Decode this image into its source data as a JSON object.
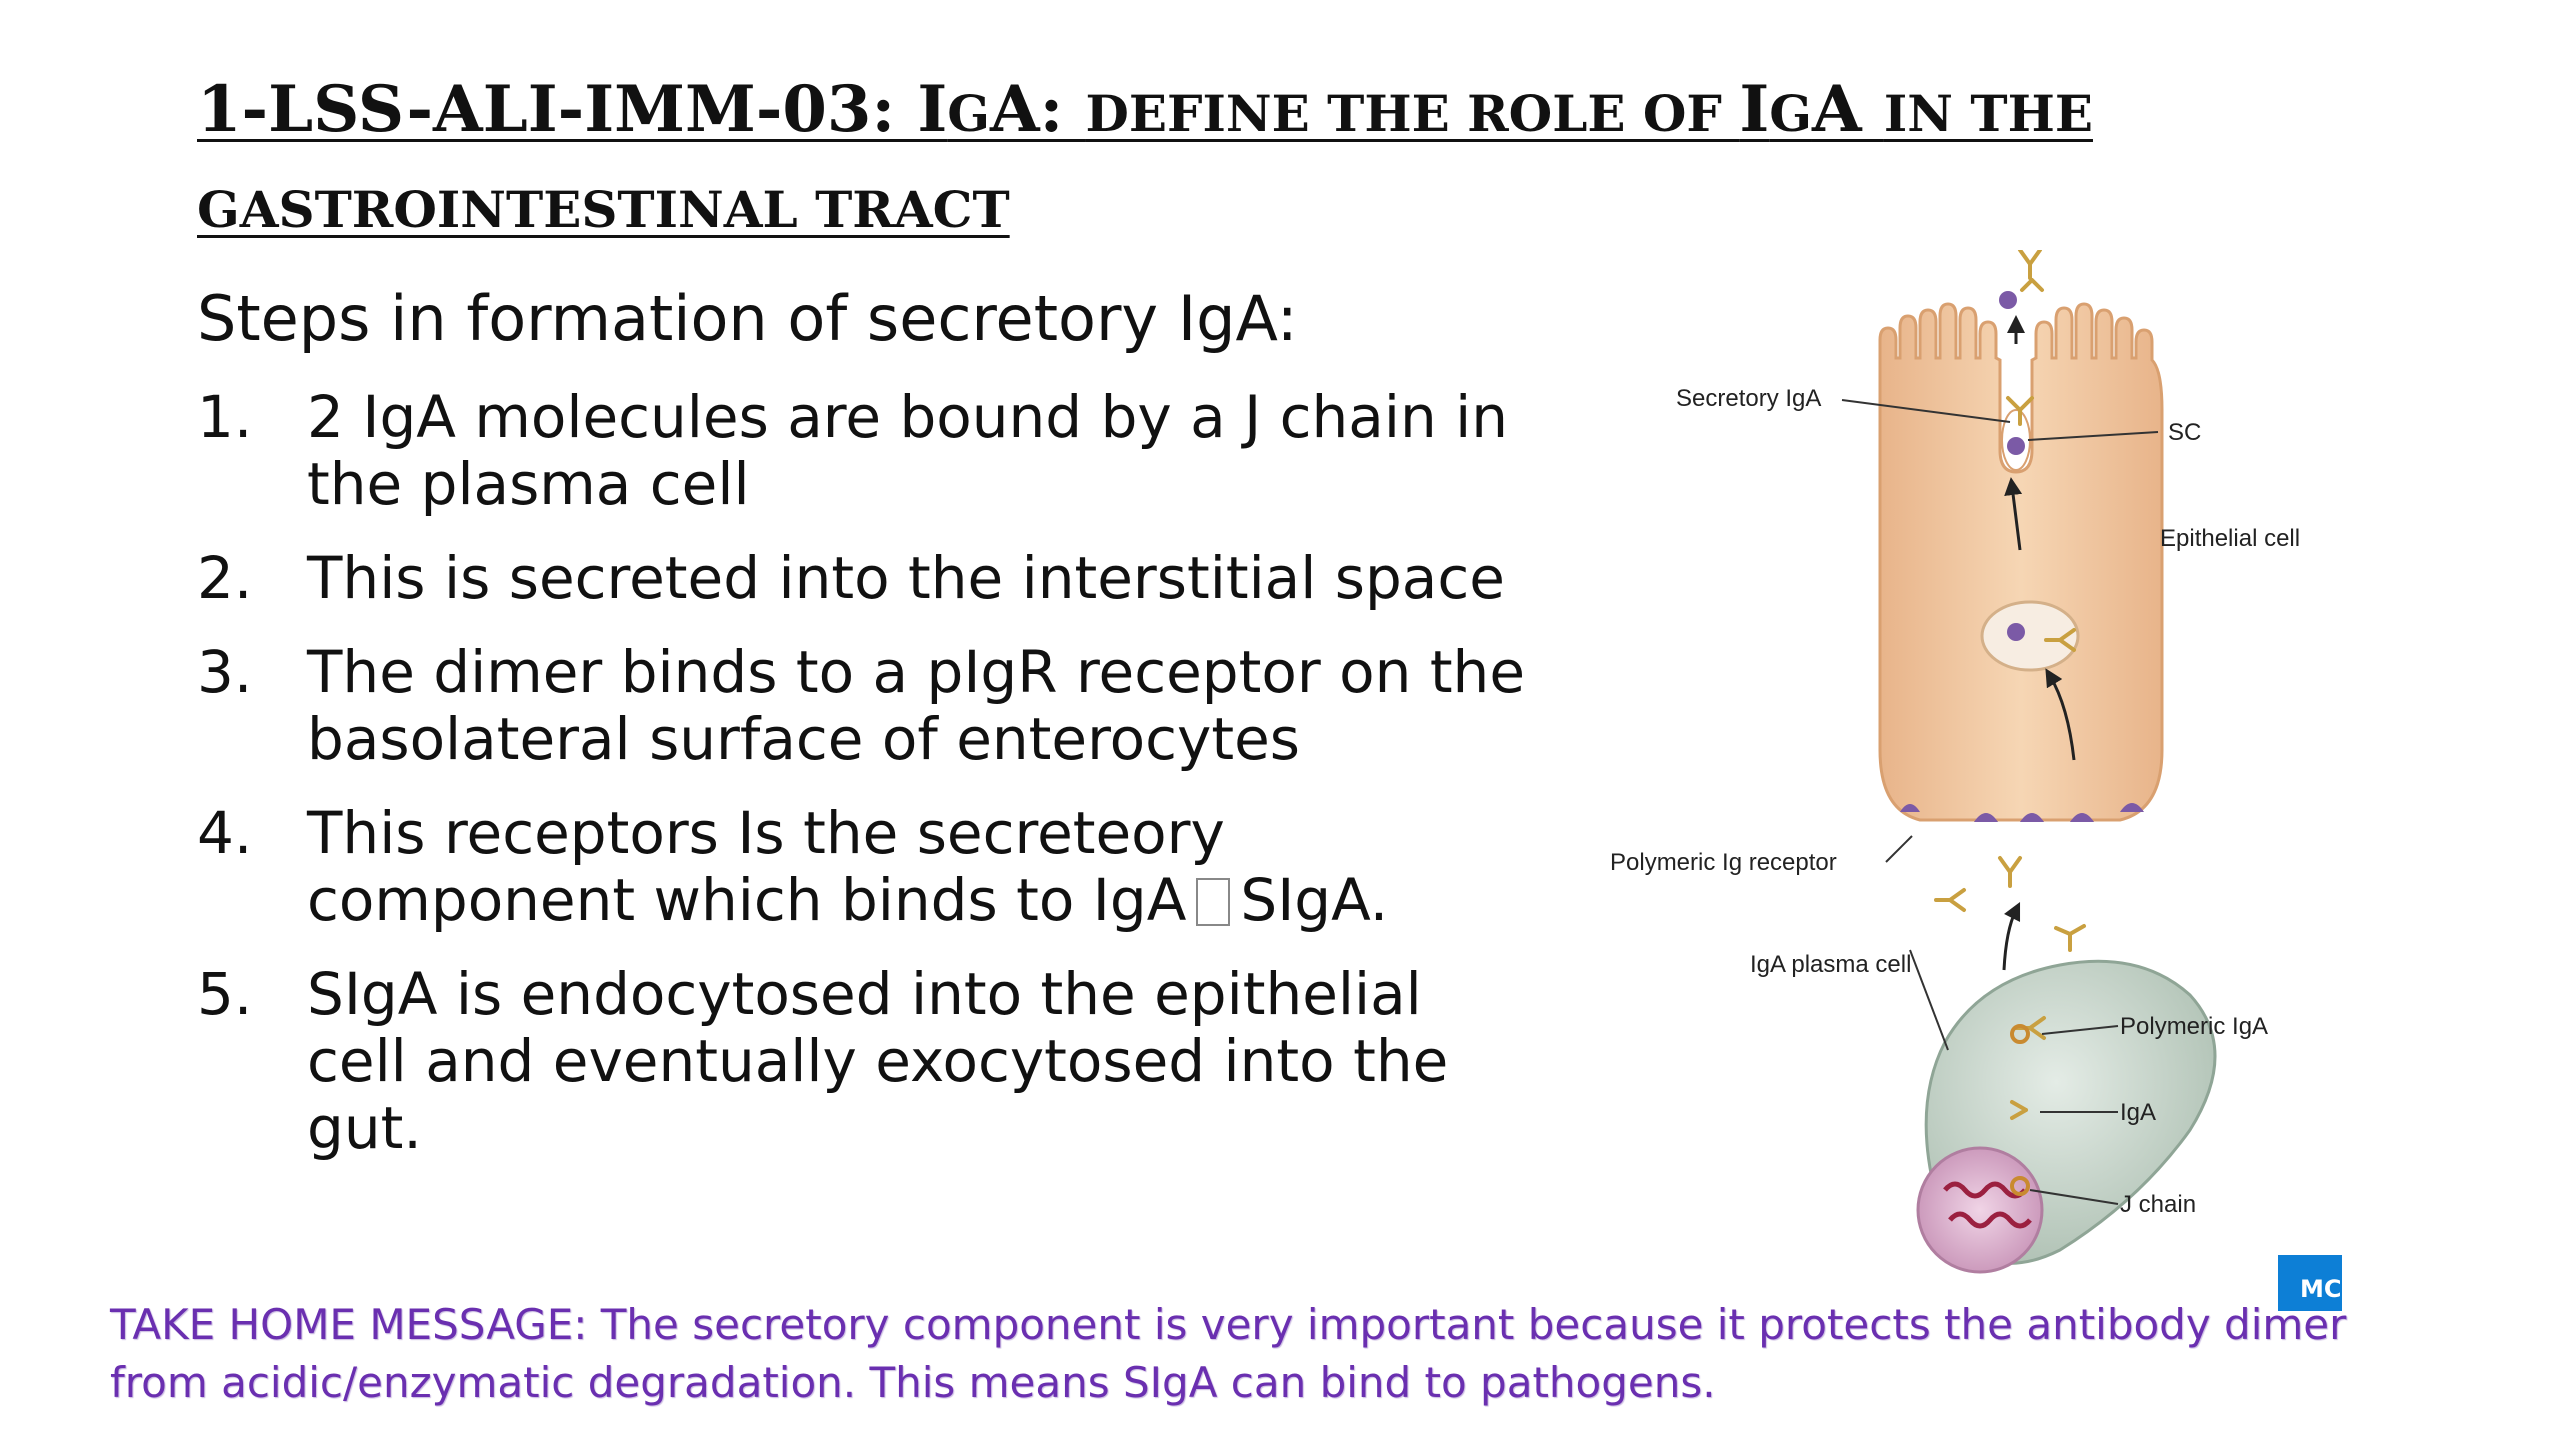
{
  "slide": {
    "title_part1_big": "1-LSS-ALI-IMM-03: I",
    "title_part1_small": "G",
    "title_part2_big": "A: ",
    "title_part2_small": "DEFINE THE ROLE OF ",
    "title_part3_big": "I",
    "title_part3_small": "G",
    "title_part4_big": "A ",
    "title_part4_small": "IN THE GASTROINTESTINAL TRACT",
    "subtitle": "Steps in formation of secretory IgA:",
    "steps": [
      {
        "num": "1.",
        "text": "2 IgA molecules are bound by a J chain in the plasma cell"
      },
      {
        "num": "2.",
        "text": "This is secreted into the interstitial space"
      },
      {
        "num": "3.",
        "text": "The dimer binds to a pIgR receptor on the basolateral surface of enterocytes"
      },
      {
        "num": "4.",
        "text_before": "This receptors Is the secreteory component which binds to IgA",
        "text_after": "SIgA."
      },
      {
        "num": "5.",
        "text": "SIgA is endocytosed into the epithelial cell and eventually exocytosed into the gut."
      }
    ],
    "take_home": "TAKE HOME MESSAGE: The secretory component is very important because it protects the antibody dimer from acidic/enzymatic degradation. This means SIgA can bind to pathogens.",
    "badge": "MC"
  },
  "diagram": {
    "labels": {
      "secretory_iga": "Secretory IgA",
      "sc": "SC",
      "epithelial_cell": "Epithelial cell",
      "polymeric_ig_receptor": "Polymeric Ig receptor",
      "iga_plasma_cell": "IgA plasma cell",
      "polymeric_iga": "Polymeric IgA",
      "iga": "IgA",
      "j_chain": "J chain"
    },
    "colors": {
      "epithelial_fill": "#f2c9a0",
      "epithelial_edge": "#d9a070",
      "plasma_fill": "#c9d8cc",
      "plasma_edge": "#8fa596",
      "nucleus_fill": "#d9a9c9",
      "receptor": "#7b5aa6",
      "iga_gold": "#c9a040",
      "message": "#6a2fb0"
    }
  }
}
